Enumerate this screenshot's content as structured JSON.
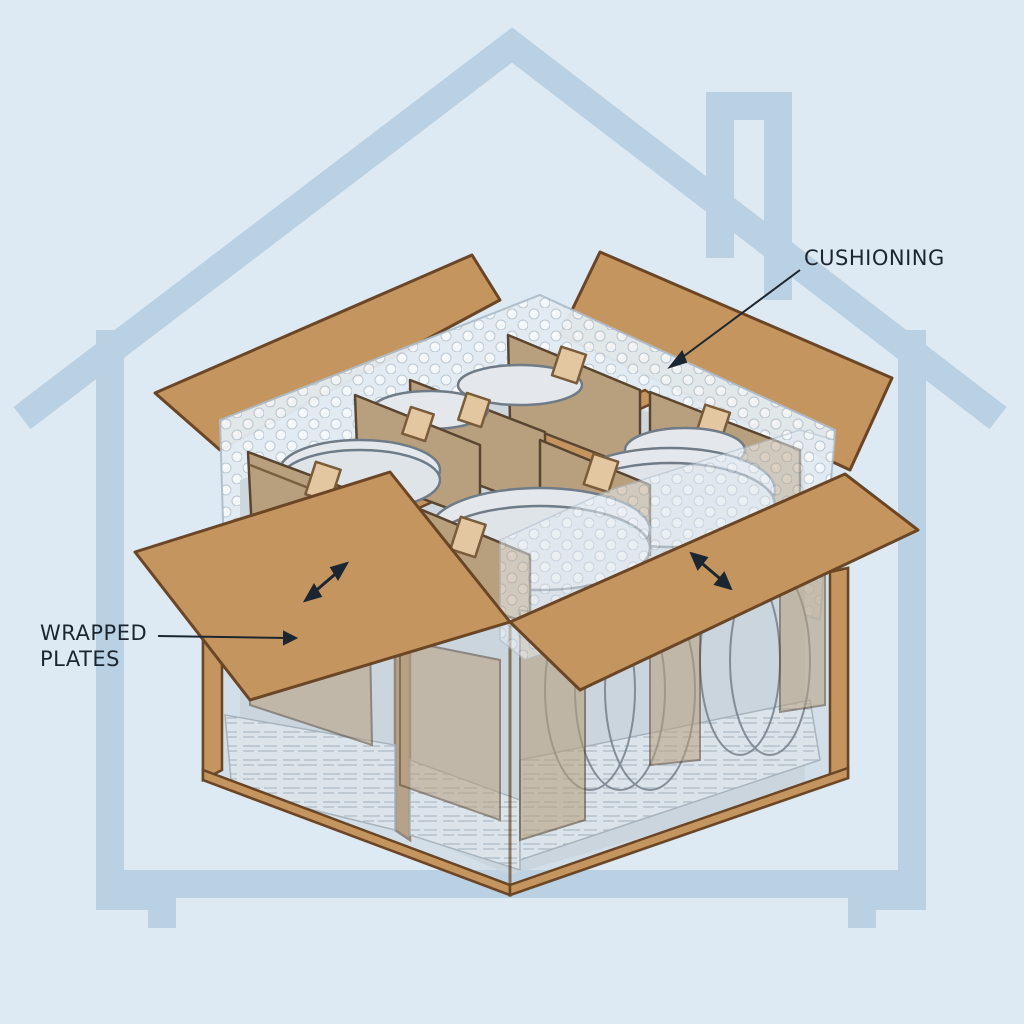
{
  "labels": {
    "cushioning": "CUSHIONING",
    "wrapped_plates_line1": "WRAPPED",
    "wrapped_plates_line2": "PLATES"
  },
  "colors": {
    "background": "#dde9f3",
    "house_outline": "#b9d1e3",
    "cardboard": "#c4955e",
    "cardboard_dark": "#a97a46",
    "cardboard_edge": "#6b4626",
    "kraft_paper": "#b8a07f",
    "tape": "#e3c7a0",
    "plate": "#e4e8ec",
    "bubble_wrap": "#e7eef3",
    "newspaper": "#eef2f5",
    "ink": "#1c2630"
  },
  "icons": [
    "double-arrow-icon",
    "house-outline-icon",
    "box-icon"
  ]
}
